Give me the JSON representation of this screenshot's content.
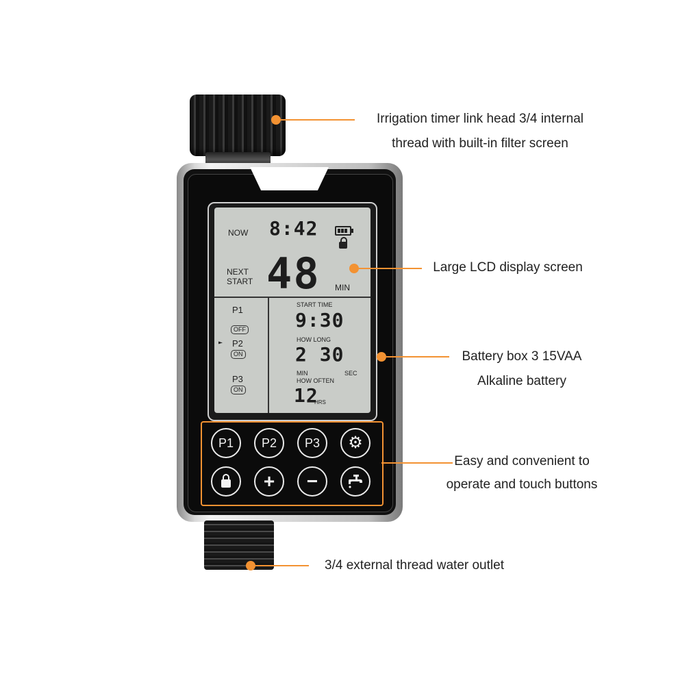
{
  "lcd": {
    "now_label": "NOW",
    "now_time": "8:42",
    "next_start_label_1": "NEXT",
    "next_start_label_2": "START",
    "next_start_value": "48",
    "next_start_unit": "MIN",
    "programs": [
      {
        "label": "P1",
        "state": "OFF"
      },
      {
        "label": "P2",
        "state": "ON"
      },
      {
        "label": "P3",
        "state": "ON"
      }
    ],
    "start_time_label": "START  TIME",
    "start_time_value": "9:30",
    "how_long_label": "HOW LONG",
    "how_long_value": "2 30",
    "min_label": "MIN",
    "sec_label": "SEC",
    "how_often_label": "HOW OFTEN",
    "how_often_value": "12",
    "hrs_label": "HRS"
  },
  "buttons": {
    "p1": "P1",
    "p2": "P2",
    "p3": "P3",
    "plus": "+",
    "minus": "−"
  },
  "callouts": {
    "inlet_line1": "Irrigation timer link head 3/4 internal",
    "inlet_line2": "thread with built-in filter screen",
    "lcd": "Large LCD display screen",
    "battery_line1": "Battery box 3 15VAA",
    "battery_line2": "Alkaline battery",
    "buttons_line1": "Easy and convenient to",
    "buttons_line2": "operate and touch buttons",
    "outlet": "3/4 external thread water outlet"
  },
  "colors": {
    "accent": "#f39232",
    "lcd_background": "#c9ccc8",
    "device_body": "#0b0b0b"
  }
}
